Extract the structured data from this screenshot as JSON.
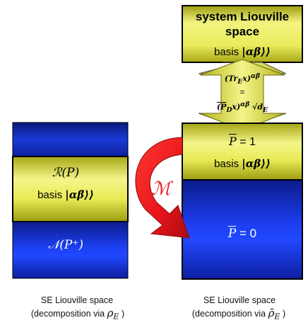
{
  "system_box": {
    "title_line1": "system Liouville",
    "title_line2": "space",
    "basis_label": "basis",
    "basis_ket": "|αβ⟩⟩"
  },
  "arrow_text": {
    "line1": "(Tr",
    "line1_sub": "E",
    "line1_rest": "x)",
    "line1_sup": "αβ",
    "equals": "=",
    "line3": "(P",
    "line3_sub": "D",
    "line3_rest": "x)",
    "line3_sup": "αβ",
    "line3_root": "√d",
    "line3_root_sub": "E"
  },
  "right_box": {
    "p_eq_1_label": "P = 1",
    "p_eq_1_symbol": "P",
    "p_eq_1_value": "= 1",
    "basis_label": "basis",
    "basis_ket": "|αβ⟩⟩",
    "p_eq_0_symbol": "P",
    "p_eq_0_value": "= 0"
  },
  "left_box": {
    "r_label": "ℛ(P)",
    "basis_label": "basis",
    "basis_ket": "|αβ̃⟩⟩",
    "n_label": "𝒩(P⁺)"
  },
  "map_label": "ℳ",
  "captions": {
    "left_line1": "SE Liouville space",
    "left_line2_prefix": "(decomposition via",
    "left_line2_symbol": "ρ",
    "left_line2_sub": "E",
    "left_line2_suffix": ")",
    "right_line1": "SE Liouville space",
    "right_line2_prefix": "(decomposition via",
    "right_line2_symbol": "ρ̄",
    "right_line2_sub": "E",
    "right_line2_suffix": ")"
  },
  "colors": {
    "yellow_light": "#f4f58a",
    "yellow_dark": "#b9b91e",
    "blue_light": "#1f45ff",
    "blue_dark": "#0b1b8a",
    "arrow_red": "#e8141a",
    "arrow_red_dark": "#a50d12"
  }
}
